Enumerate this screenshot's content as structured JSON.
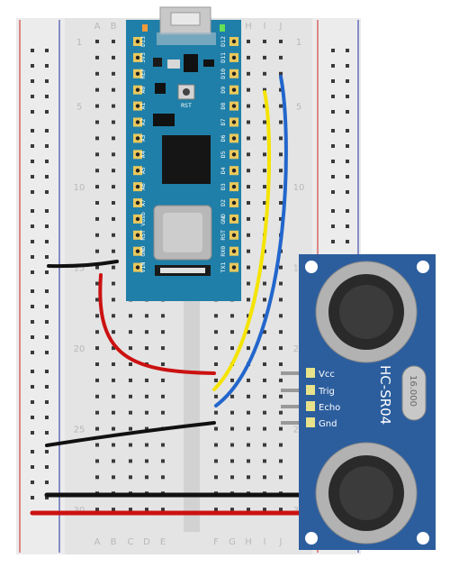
{
  "breadboard": {
    "row_labels": [
      "1",
      "5",
      "10",
      "15",
      "20",
      "25",
      "30"
    ],
    "col_labels_left": [
      "A",
      "B",
      "C",
      "D",
      "E"
    ],
    "col_labels_right": [
      "F",
      "G",
      "H",
      "I",
      "J"
    ]
  },
  "arduino": {
    "rst_label": "RST",
    "left_pins": [
      "D13",
      "3V3",
      "REF",
      "A0",
      "A1",
      "A2",
      "A3",
      "A4",
      "A5",
      "A6",
      "A7",
      "Vusb",
      "RST",
      "GND",
      "VIN"
    ],
    "right_pins": [
      "D12",
      "D11",
      "D10",
      "D9",
      "D8",
      "D7",
      "D6",
      "D5",
      "D4",
      "D3",
      "D2",
      "GND",
      "RST",
      "RX0",
      "TX1"
    ]
  },
  "sensor": {
    "model": "HC-SR04",
    "crystal": "16.000",
    "pins": [
      "Vcc",
      "Trig",
      "Echo",
      "Gnd"
    ]
  },
  "colors": {
    "board_blue": "#1f7fa8",
    "sensor_blue": "#2c5e9e",
    "wire_red": "#cc1111",
    "wire_yellow": "#f5e400",
    "wire_blue": "#2266cc",
    "wire_black": "#111111"
  }
}
